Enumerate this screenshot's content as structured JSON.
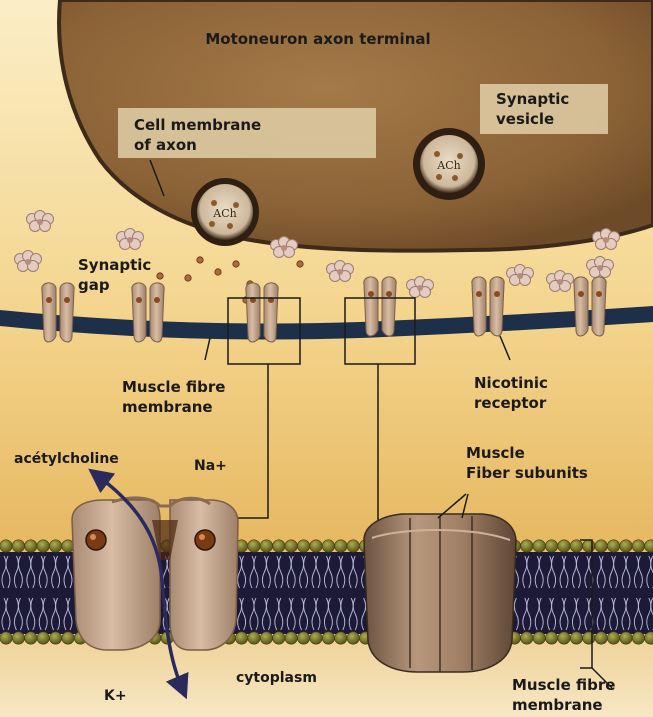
{
  "labels": {
    "axon_terminal": "Motoneuron axon terminal",
    "cell_membrane_line1": "Cell membrane",
    "cell_membrane_line2": "of axon",
    "synaptic_vesicle_line1": "Synaptic",
    "synaptic_vesicle_line2": "vesicle",
    "ach_left": "ACh",
    "ach_right": "ACh",
    "synaptic_gap_line1": "Synaptic",
    "synaptic_gap_line2": "gap",
    "muscle_fibre_membrane_top_line1": "Muscle fibre",
    "muscle_fibre_membrane_top_line2": "membrane",
    "nicotinic_receptor_line1": "Nicotinic",
    "nicotinic_receptor_line2": "receptor",
    "acetylcholine": "acétylcholine",
    "na_plus": "Na+",
    "muscle_subunits_line1": "Muscle",
    "muscle_subunits_line2": "Fiber subunits",
    "k_plus": "K+",
    "cytoplasm": "cytoplasm",
    "muscle_fibre_membrane_bottom_line1": "Muscle fibre",
    "muscle_fibre_membrane_bottom_line2": "membrane"
  },
  "colors": {
    "axon_brown": "#8a6236",
    "axon_rim": "#3e2a18",
    "cleft_yellow": "#f4d995",
    "membrane_navy": "#1e2f4a",
    "receptor_tan": "#c9a88c",
    "phospholipid_head": "#7d7a2c",
    "tail_purple": "#1c1a36",
    "label_box": "#e0cfa8",
    "ion_arrow": "#2a2a5c"
  }
}
